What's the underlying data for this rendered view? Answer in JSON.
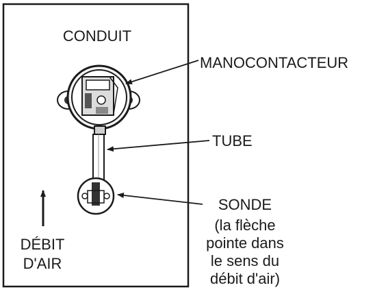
{
  "labels": {
    "duct": "CONDUIT",
    "pressure_switch": "MANOCONTACTEUR",
    "tube": "TUBE",
    "probe": "SONDE",
    "probe_note": [
      "(la flèche",
      "pointe dans",
      "le sens du",
      "débit d'air)"
    ],
    "airflow": [
      "DÉBIT",
      "D'AIR"
    ]
  },
  "colors": {
    "ink": "#1a1a1a",
    "background": "#ffffff"
  }
}
